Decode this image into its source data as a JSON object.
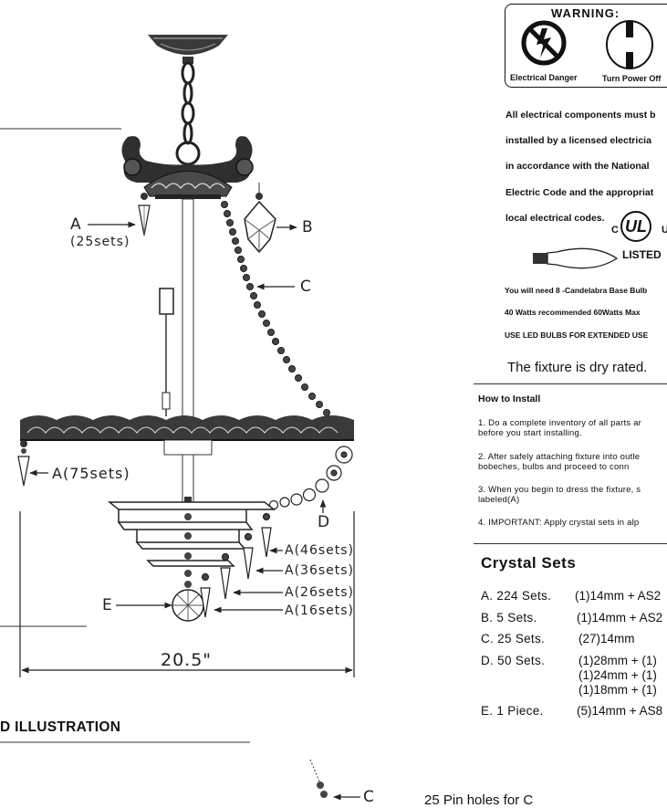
{
  "diagram": {
    "labels": {
      "a_top": "A",
      "a_top_count": "(25sets)",
      "b": "B",
      "c": "C",
      "a_mid": "A(75sets)",
      "d": "D",
      "a46": "A(46sets)",
      "a36": "A(36sets)",
      "a26": "A(26sets)",
      "a16": "A(16sets)",
      "e": "E",
      "width": "20.5\"",
      "c_bottom": "C",
      "bottom_note": "25 Pin holes for C"
    },
    "illustration_title": "D ILLUSTRATION"
  },
  "warning": {
    "title": "WARNING:",
    "caption_left": "Electrical Danger",
    "caption_right": "Turn Power Off"
  },
  "electrical": {
    "lines": [
      "All electrical components must b",
      "installed by a licensed electricia",
      "in accordance with the National",
      "Electric Code and the appropriat",
      "local electrical codes."
    ],
    "ul_mark": "UL",
    "ul_listed": "LISTED"
  },
  "bulbs": {
    "lines": [
      "You will need 8 -Candelabra Base Bulb",
      "40 Watts recommended  60Watts Max",
      "USE LED BULBS FOR EXTENDED USE"
    ]
  },
  "dry_rated": "The fixture is dry rated.",
  "how_to": {
    "title": "How to Install",
    "steps": [
      [
        "1. Do a complete inventory of all parts ar",
        "    before you start installing."
      ],
      [
        "2. After safely attaching fixture into outle",
        "    bobeches, bulbs and proceed to conn"
      ],
      [
        "3. When you begin to dress the fixture, s",
        "    labeled(A)"
      ],
      [
        "4. IMPORTANT: Apply crystal sets in alp"
      ]
    ]
  },
  "crystal_sets": {
    "title": "Crystal Sets",
    "rows": [
      {
        "label": "A. 224 Sets.",
        "values": [
          "(1)14mm + AS2"
        ]
      },
      {
        "label": "B. 5 Sets.",
        "values": [
          "(1)14mm + AS2"
        ]
      },
      {
        "label": "C. 25 Sets.",
        "values": [
          "(27)14mm"
        ]
      },
      {
        "label": "D. 50 Sets.",
        "values": [
          "(1)28mm + (1)",
          "(1)24mm + (1)",
          "(1)18mm + (1)"
        ]
      },
      {
        "label": "E.  1 Piece.",
        "values": [
          "(5)14mm + AS8"
        ]
      }
    ]
  }
}
